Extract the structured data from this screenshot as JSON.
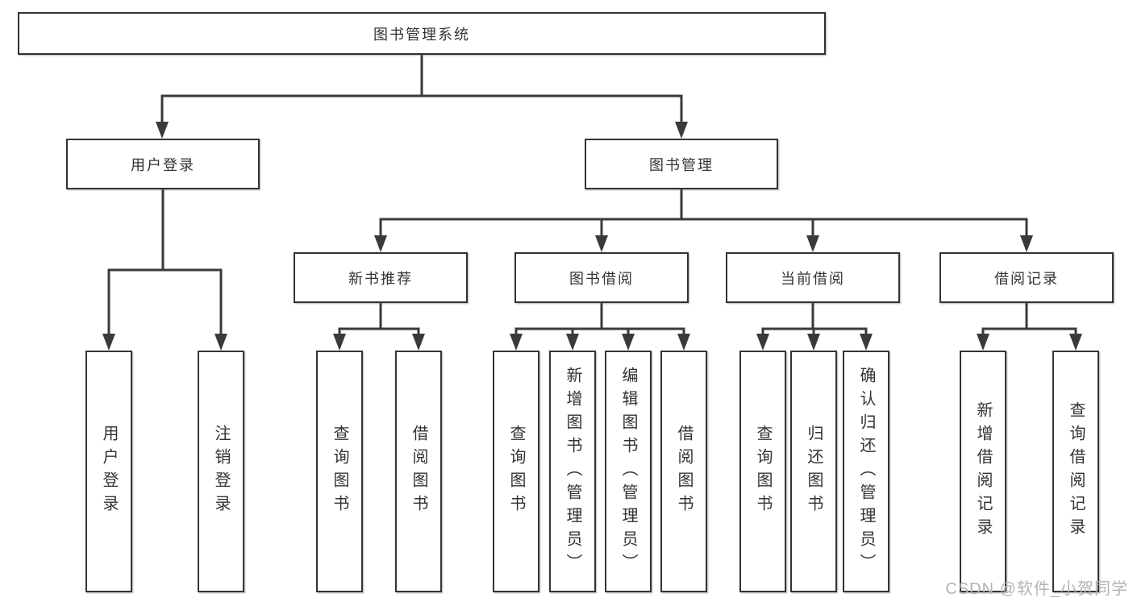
{
  "tree": {
    "root": {
      "label": "图书管理系统"
    },
    "branches": [
      {
        "label": "用户登录",
        "children": [
          {
            "label": "用户登录"
          },
          {
            "label": "注销登录"
          }
        ]
      },
      {
        "label": "图书管理",
        "children": [
          {
            "label": "新书推荐",
            "children": [
              {
                "label": "查询图书"
              },
              {
                "label": "借阅图书"
              }
            ]
          },
          {
            "label": "图书借阅",
            "children": [
              {
                "label": "查询图书"
              },
              {
                "label": "新增图书（管理员）"
              },
              {
                "label": "编辑图书（管理员）"
              },
              {
                "label": "借阅图书"
              }
            ]
          },
          {
            "label": "当前借阅",
            "children": [
              {
                "label": "查询图书"
              },
              {
                "label": "归还图书"
              },
              {
                "label": "确认归还（管理员）"
              }
            ]
          },
          {
            "label": "借阅记录",
            "children": [
              {
                "label": "新增借阅记录"
              },
              {
                "label": "查询借阅记录"
              }
            ]
          }
        ]
      }
    ]
  },
  "watermark": "CSDN @软件_小贺同学",
  "colors": {
    "line": "#3a3a3a",
    "box_border": "#333333",
    "text": "#333333",
    "background": "#ffffff",
    "watermark": "#b3b3b3"
  }
}
